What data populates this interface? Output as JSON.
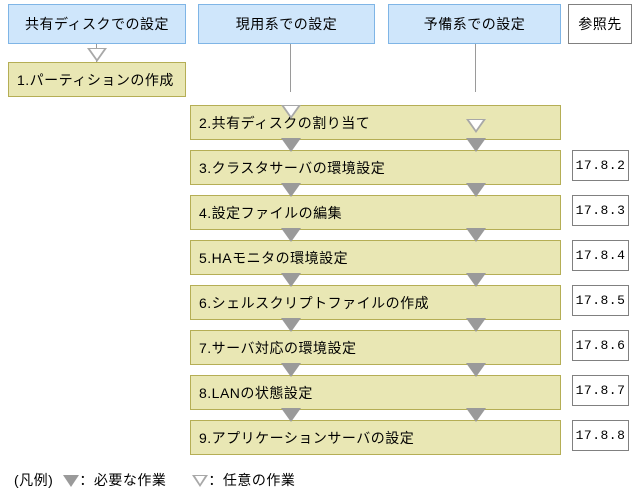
{
  "diagram": {
    "columns": [
      {
        "id": "shared-disk",
        "label": "共有ディスクでの設定"
      },
      {
        "id": "active-system",
        "label": "現用系での設定"
      },
      {
        "id": "standby-system",
        "label": "予備系での設定"
      }
    ],
    "reference_column": {
      "id": "reference",
      "label": "参照先"
    },
    "tasks": [
      {
        "num": "1",
        "label": "1.パーティションの作成",
        "column": "shared-disk",
        "reference": ""
      },
      {
        "num": "2",
        "label": "2.共有ディスクの割り当て",
        "column": "span",
        "reference": ""
      },
      {
        "num": "3",
        "label": "3.クラスタサーバの環境設定",
        "column": "span",
        "reference": "17.8.2"
      },
      {
        "num": "4",
        "label": "4.設定ファイルの編集",
        "column": "span",
        "reference": "17.8.3"
      },
      {
        "num": "5",
        "label": "5.HAモニタの環境設定",
        "column": "span",
        "reference": "17.8.4"
      },
      {
        "num": "6",
        "label": "6.シェルスクリプトファイルの作成",
        "column": "span",
        "reference": "17.8.5"
      },
      {
        "num": "7",
        "label": "7.サーバ対応の環境設定",
        "column": "span",
        "reference": "17.8.6"
      },
      {
        "num": "8",
        "label": "8.LANの状態設定",
        "column": "span",
        "reference": "17.8.7"
      },
      {
        "num": "9",
        "label": "9.アプリケーションサーバの設定",
        "column": "span",
        "reference": "17.8.8"
      }
    ],
    "legend": {
      "title": "(凡例)",
      "required_label": "：必要な作業",
      "optional_label": "：任意の作業",
      "required_icon": "filled-down-triangle-icon",
      "optional_icon": "hollow-down-triangle-icon"
    },
    "colors": {
      "header_fill": "#cfe6fb",
      "header_border": "#7fb5e6",
      "task_fill": "#e9e7b4",
      "task_border": "#b5ae55",
      "arrow_filled": "#9a9a9a",
      "arrow_hollow_border": "#a8a8a8",
      "ref_border": "#808080",
      "background": "#ffffff"
    }
  }
}
